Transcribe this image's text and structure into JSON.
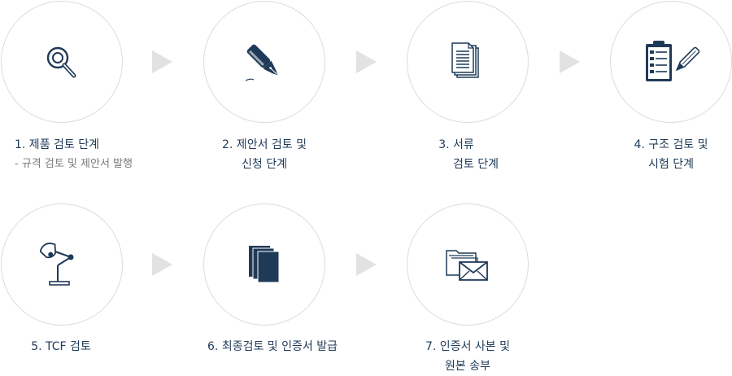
{
  "steps": [
    {
      "line1": "1. 제품 검토 단계",
      "line2": "- 규격 검토 및 제안서 발행",
      "icon": "search-icon"
    },
    {
      "line1": "2. 제안서 검토 및",
      "line2": "신청 단계",
      "icon": "fountain-pen-icon"
    },
    {
      "line1": "3. 서류",
      "line2": "검토 단계",
      "icon": "documents-icon"
    },
    {
      "line1": "4. 구조 검토 및",
      "line2": "시험 단계",
      "icon": "clipboard-pen-icon"
    },
    {
      "line1": "5. TCF 검토",
      "icon": "desk-lamp-icon"
    },
    {
      "line1": "6. 최종검토 및 인증서 발급",
      "icon": "certificates-icon"
    },
    {
      "line1": "7. 인증서 사본 및",
      "line2": "원본 송부",
      "icon": "folder-mail-icon"
    }
  ],
  "colors": {
    "icon": "#1f3a57",
    "circle_border": "#dcdcdc",
    "arrow": "#e2e2e2",
    "sub_text": "#7a7a7a"
  }
}
